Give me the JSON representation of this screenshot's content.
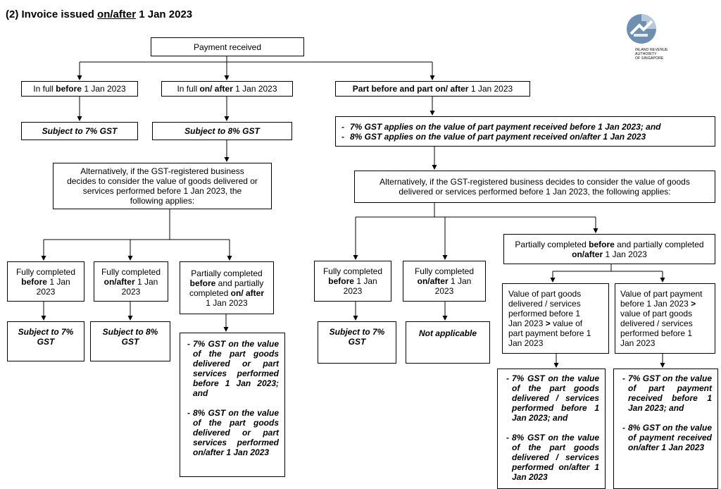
{
  "heading": {
    "prefix": "(2) Invoice issued ",
    "underlined": "on/after",
    "suffix": " 1 Jan 2023"
  },
  "logo": {
    "line1": "INLAND REVENUE",
    "line2": "AUTHORITY",
    "line3": "OF SINGAPORE"
  },
  "root": "Payment received",
  "left": {
    "in_full_before": {
      "a": "In full ",
      "b": "before",
      "c": " 1 Jan 2023"
    },
    "in_full_on_after": {
      "a": "In full ",
      "b": "on/ after",
      "c": " 1 Jan 2023"
    },
    "subject_7": "Subject to 7% GST",
    "subject_8": "Subject to 8% GST",
    "alt_lines": [
      "Alternatively, if the GST-registered business",
      "decides to consider the value of goods delivered or",
      "services performed before 1 Jan 2023, the",
      "following applies:"
    ],
    "fully_before": {
      "l1": "Fully completed",
      "l2b": "before",
      "l2": " 1 Jan",
      "l3": "2023"
    },
    "fully_on_after": {
      "l1": "Fully completed",
      "l2b": "on/after",
      "l2": " 1 Jan",
      "l3": "2023"
    },
    "partial": {
      "l1": "Partially completed",
      "l2b": "before",
      "l2": " and partially",
      "l3a": "completed ",
      "l3b": "on/ after",
      "l4": "1 Jan 2023"
    },
    "res_7": {
      "l1": "Subject to 7%",
      "l2": "GST"
    },
    "res_8": {
      "l1": "Subject to 8%",
      "l2": "GST"
    },
    "res_partial": {
      "item1": "7% GST on the value of the part goods delivered or part services performed before 1 Jan 2023; and",
      "item2": "8% GST on the value of the part goods delivered or part services performed on/after 1 Jan 2023"
    }
  },
  "right": {
    "part": {
      "b": "Part before and part on/ after",
      "c": " 1 Jan 2023"
    },
    "gst_items": [
      "7% GST applies on the value of part payment received before 1 Jan 2023; and",
      "8% GST applies on the value of part payment received on/after 1 Jan 2023"
    ],
    "alt_lines": [
      "Alternatively, if the GST-registered business decides to consider the value of goods",
      "delivered or services performed before 1 Jan 2023, the following applies:"
    ],
    "fully_before": {
      "l1": "Fully completed",
      "l2b": "before",
      "l2": " 1 Jan",
      "l3": "2023"
    },
    "fully_on_after": {
      "l1": "Fully completed",
      "l2b": "on/after",
      "l2": " 1 Jan",
      "l3": "2023"
    },
    "partial": {
      "l1a": "Partially completed ",
      "l1b": "before",
      "l1c": " and partially completed",
      "l2b": "on/after",
      "l2": " 1 Jan 2023"
    },
    "res_7": {
      "l1": "Subject to 7%",
      "l2": "GST"
    },
    "res_na": "Not applicable",
    "goods_gt": {
      "l1": "Value of part goods",
      "l2": "delivered / services",
      "l3": "performed before 1",
      "l4a": "Jan 2023 ",
      "l4b": ">",
      "l4c": " value of",
      "l5": "part payment before 1",
      "l6": "Jan 2023"
    },
    "payment_gt": {
      "l1": "Value of part payment",
      "l2a": "before 1 Jan 2023 ",
      "l2b": ">",
      "l3": "value of part goods",
      "l4": "delivered / services",
      "l5": "performed before 1",
      "l6": "Jan 2023"
    },
    "res_goods": {
      "item1": "7% GST on the value of the part goods delivered / services performed before 1 Jan 2023; and",
      "item2": "8% GST on the value of the part goods delivered / services performed on/after 1 Jan 2023"
    },
    "res_payment": {
      "item1": "7% GST on the value of part payment received before 1 Jan 2023; and",
      "item2": "8% GST on the value of payment received on/after 1 Jan 2023"
    }
  }
}
